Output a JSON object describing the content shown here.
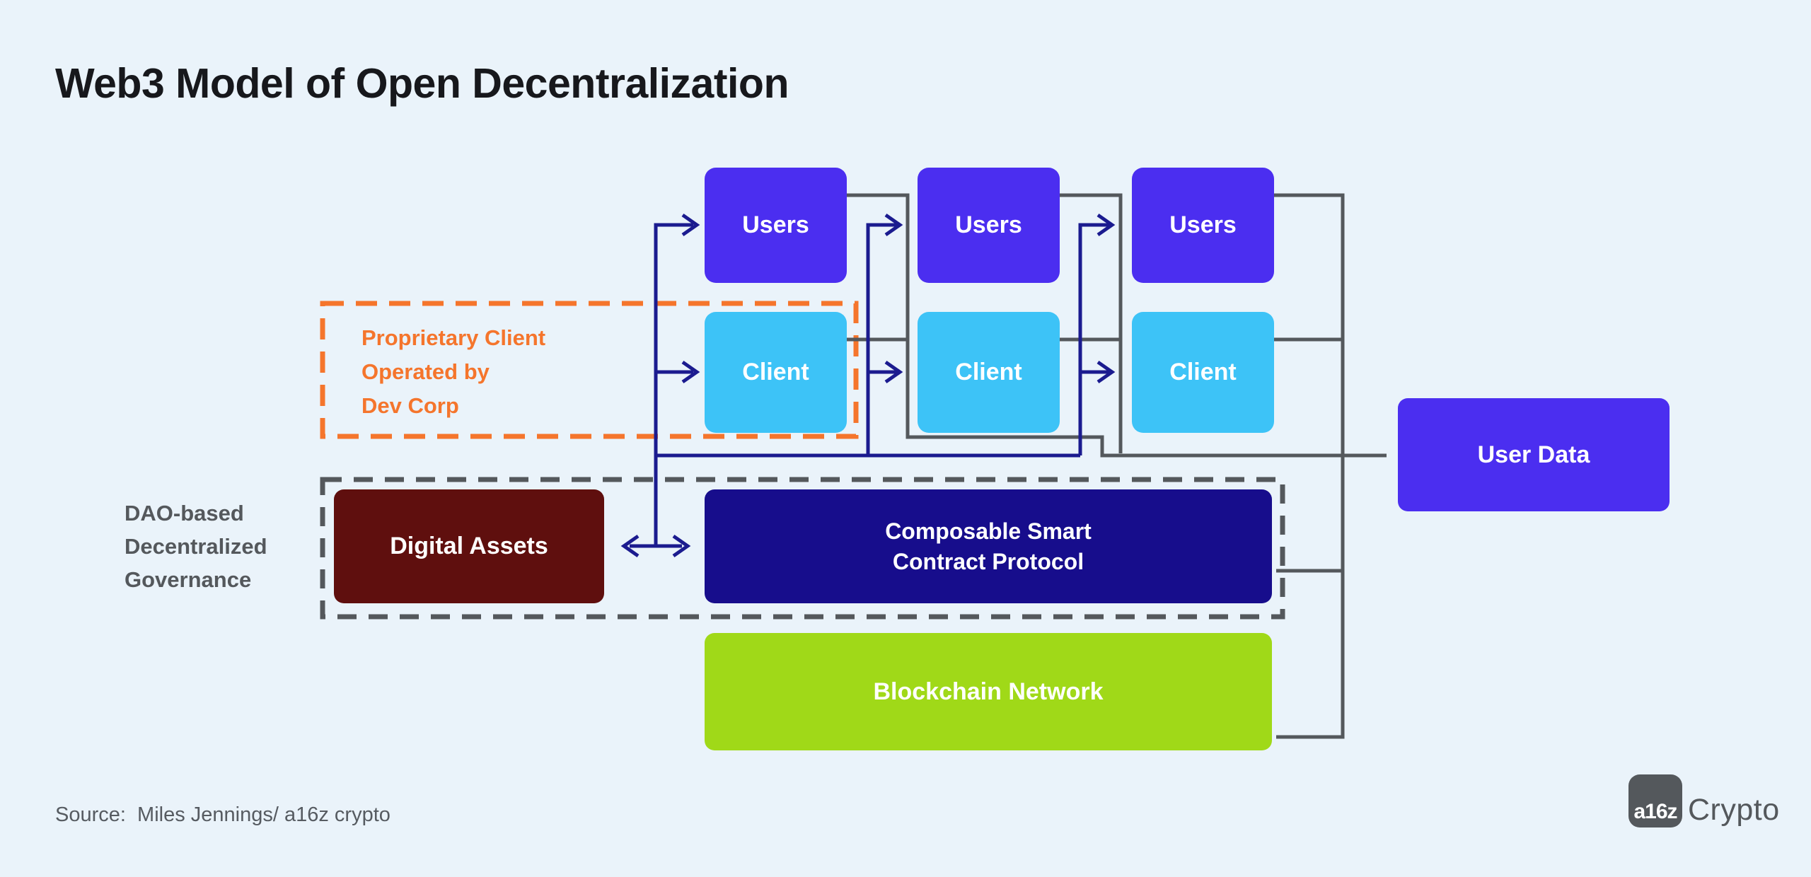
{
  "title": "Web3 Model of Open Decentralization",
  "diagram": {
    "users_boxes": [
      "Users",
      "Users",
      "Users"
    ],
    "client_boxes": [
      "Client",
      "Client",
      "Client"
    ],
    "digital_assets": "Digital Assets",
    "protocol_line1": "Composable Smart",
    "protocol_line2": "Contract Protocol",
    "blockchain": "Blockchain Network",
    "user_data": "User Data",
    "proprietary_label_line1": "Proprietary Client",
    "proprietary_label_line2": "Operated by",
    "proprietary_label_line3": "Dev Corp",
    "dao_label_line1": "DAO-based",
    "dao_label_line2": "Decentralized",
    "dao_label_line3": "Governance"
  },
  "footer": {
    "source": "Source:  Miles Jennings/ a16z crypto"
  },
  "logo": {
    "badge": "a16z",
    "wordmark": "Crypto"
  },
  "colors": {
    "background": "#EAF3FA",
    "node_purple": "#4B2EF0",
    "node_cyan": "#3DC3F7",
    "node_maroon": "#5F0F0E",
    "node_navy": "#170D8C",
    "node_green": "#A0D918",
    "connector_navy": "#1B1B8F",
    "connector_gray": "#54585C",
    "accent_orange": "#F5752C",
    "title_text": "#17181C",
    "source_text": "#565B61"
  }
}
